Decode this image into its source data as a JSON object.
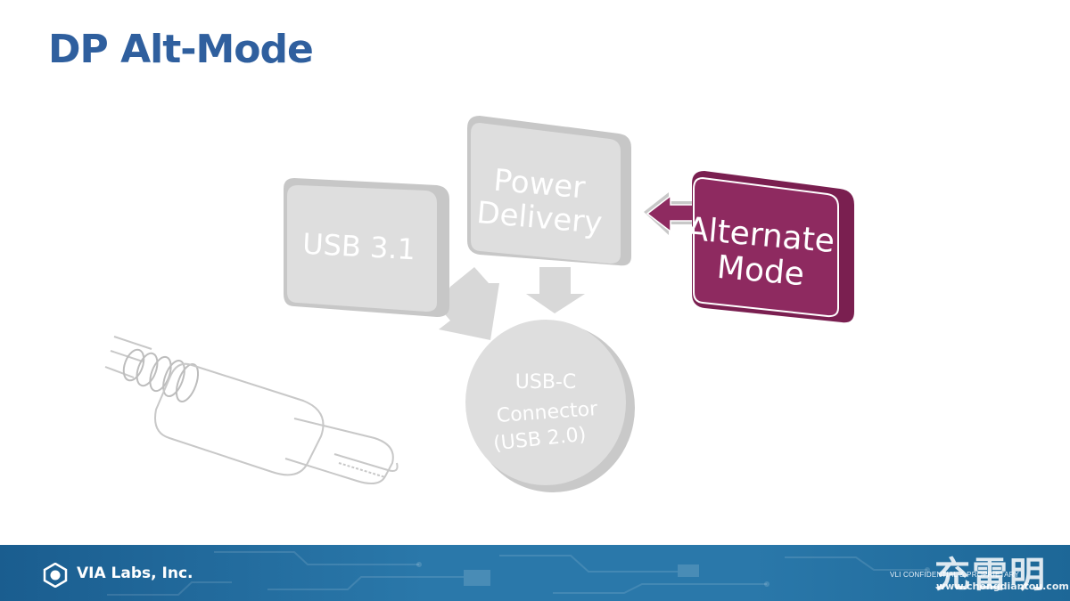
{
  "slide": {
    "title": "DP Alt-Mode"
  },
  "diagram": {
    "usb31": {
      "label": "USB 3.1"
    },
    "power_delivery": {
      "line1": "Power",
      "line2": "Delivery"
    },
    "alternate_mode": {
      "line1": "Alternate",
      "line2": "Mode"
    },
    "connector": {
      "line1": "USB-C",
      "line2": "Connector",
      "line3": "(USB 2.0)"
    }
  },
  "footer": {
    "company": "VIA Labs, Inc.",
    "confidential": "VLI CONFIDENTIAL & PROPRIETARY"
  },
  "watermark": {
    "logo_text": "充雷明",
    "url": "www.chongdiantou.com"
  },
  "colors": {
    "title": "#2F5F9E",
    "alternate_mode": "#8E2A60",
    "faded_box": "#DCDCDC",
    "footer": "#2A78AA"
  }
}
